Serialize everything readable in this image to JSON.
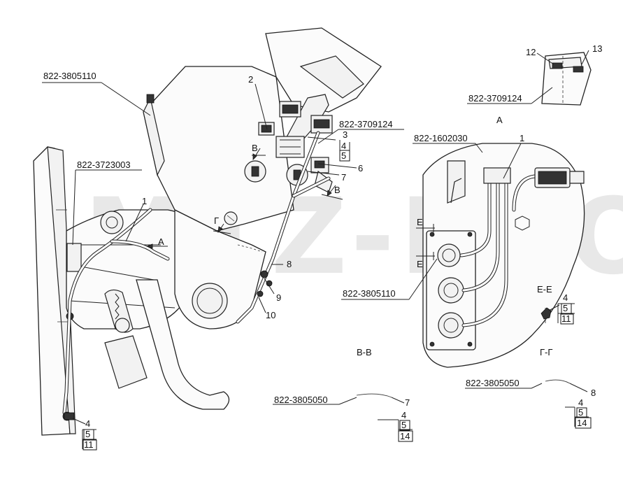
{
  "watermark": "MTZ-PRO",
  "part_numbers": {
    "main_harness": "822-3805110",
    "switch_harness": "822-3709124",
    "pedal_harness": "822-3723003",
    "inset_part": "822-1602030",
    "inset_harness": "822-3805110",
    "wire_left": "822-3805050",
    "wire_right": "822-3805050",
    "top_right_harness": "822-3709124"
  },
  "view_labels": {
    "view_a": "А",
    "section_bb": "В-В",
    "section_ee": "Е-Е",
    "section_gg": "Г-Г",
    "arrow_a": "А",
    "arrow_b_top": "В",
    "arrow_b_right": "В",
    "arrow_g": "Г",
    "arrow_e_top": "Е",
    "arrow_e_bottom": "Е"
  },
  "callouts": {
    "c1_main": "1",
    "c2": "2",
    "c3": "3",
    "c4_top": "4",
    "c5_top": "5",
    "c6": "6",
    "c7_main": "7",
    "c8_main": "8",
    "c9": "9",
    "c10": "10",
    "c12": "12",
    "c13": "13",
    "c1_inset": "1",
    "c4_ee": "4",
    "c5_ee": "5",
    "c11_ee": "11",
    "c4_left": "4",
    "c5_left": "5",
    "c11_left": "11",
    "c7_bb": "7",
    "c4_bb": "4",
    "c5_bb": "5",
    "c14_bb": "14",
    "c8_gg": "8",
    "c4_gg": "4",
    "c5_gg": "5",
    "c14_gg": "14"
  }
}
